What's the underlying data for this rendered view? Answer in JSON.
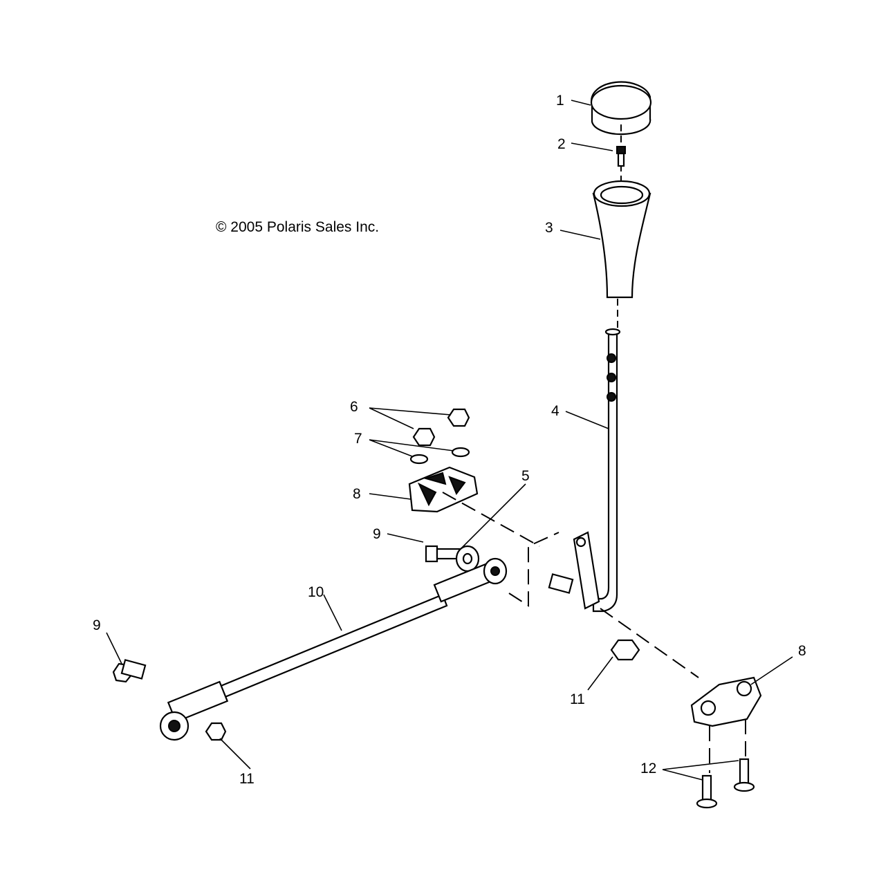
{
  "copyright": "© 2005 Polaris Sales Inc.",
  "callouts": [
    {
      "id": "1",
      "part": "shift-knob-cap"
    },
    {
      "id": "2",
      "part": "screw"
    },
    {
      "id": "3",
      "part": "shift-knob"
    },
    {
      "id": "4",
      "part": "shift-lever"
    },
    {
      "id": "5",
      "part": "washer"
    },
    {
      "id": "6",
      "part": "nuts"
    },
    {
      "id": "7",
      "part": "washers"
    },
    {
      "id": "8",
      "part": "pivot-block-upper"
    },
    {
      "id": "9",
      "part": "bolt-upper"
    },
    {
      "id": "10",
      "part": "shift-linkage-rod"
    },
    {
      "id": "9",
      "part": "bolt-lower"
    },
    {
      "id": "11",
      "part": "nut-right"
    },
    {
      "id": "8",
      "part": "pivot-block-lower"
    },
    {
      "id": "11",
      "part": "nut-left"
    },
    {
      "id": "12",
      "part": "screws"
    }
  ]
}
